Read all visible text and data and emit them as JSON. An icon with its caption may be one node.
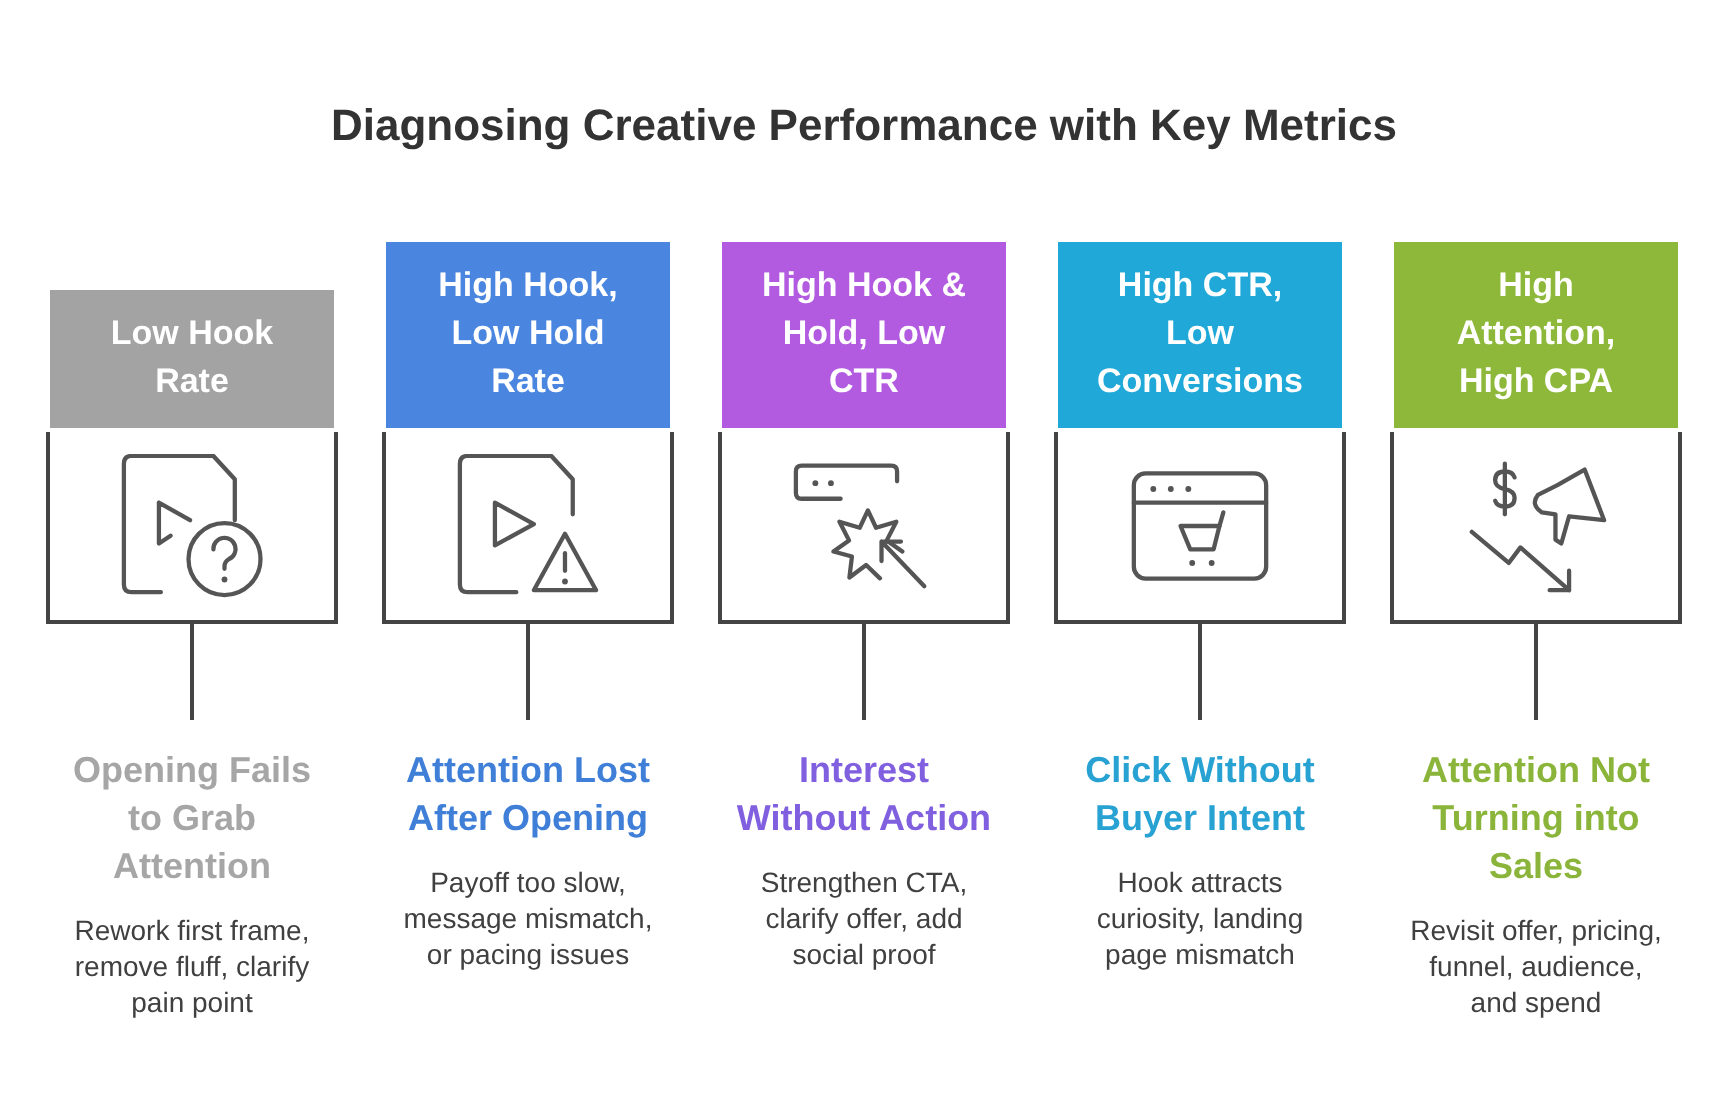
{
  "diagram": {
    "title": "Diagnosing Creative Performance with Key Metrics",
    "nodes": [
      {
        "text": [
          "Low Hook Rate"
        ]
      },
      {
        "text": [
          "High Hook, Low Hold Rate"
        ]
      },
      {
        "text": [
          "High Hook & Hold, Low CTR"
        ]
      },
      {
        "text": [
          "High CTR, Low Conversions"
        ]
      },
      {
        "text": [
          "High Attention, High CPA"
        ]
      },
      {
        "text": [
          "Opening Fails to Grab Attention",
          "Rework first frame, remove fluff, clarify pain point"
        ]
      },
      {
        "text": [
          "Attention Lost After Opening",
          "Payoff too slow, message mismatch, or pacing issues"
        ]
      },
      {
        "text": [
          "Interest Without Action",
          "Strengthen CTA, clarify offer, add social proof"
        ]
      },
      {
        "text": [
          "Click Without Buyer Intent",
          "Hook attracts curiosity, landing page mismatch"
        ]
      },
      {
        "text": [
          "Attention Not Turning into Sales",
          "Revisit offer, pricing, funnel, audience, and spend"
        ]
      }
    ],
    "edges": [
      {
        "from": 0,
        "to": 5,
        "arrow": "none"
      },
      {
        "from": 1,
        "to": 6,
        "arrow": "none"
      },
      {
        "from": 2,
        "to": 7,
        "arrow": "none"
      },
      {
        "from": 3,
        "to": 8,
        "arrow": "none"
      },
      {
        "from": 4,
        "to": 9,
        "arrow": "none"
      }
    ]
  }
}
